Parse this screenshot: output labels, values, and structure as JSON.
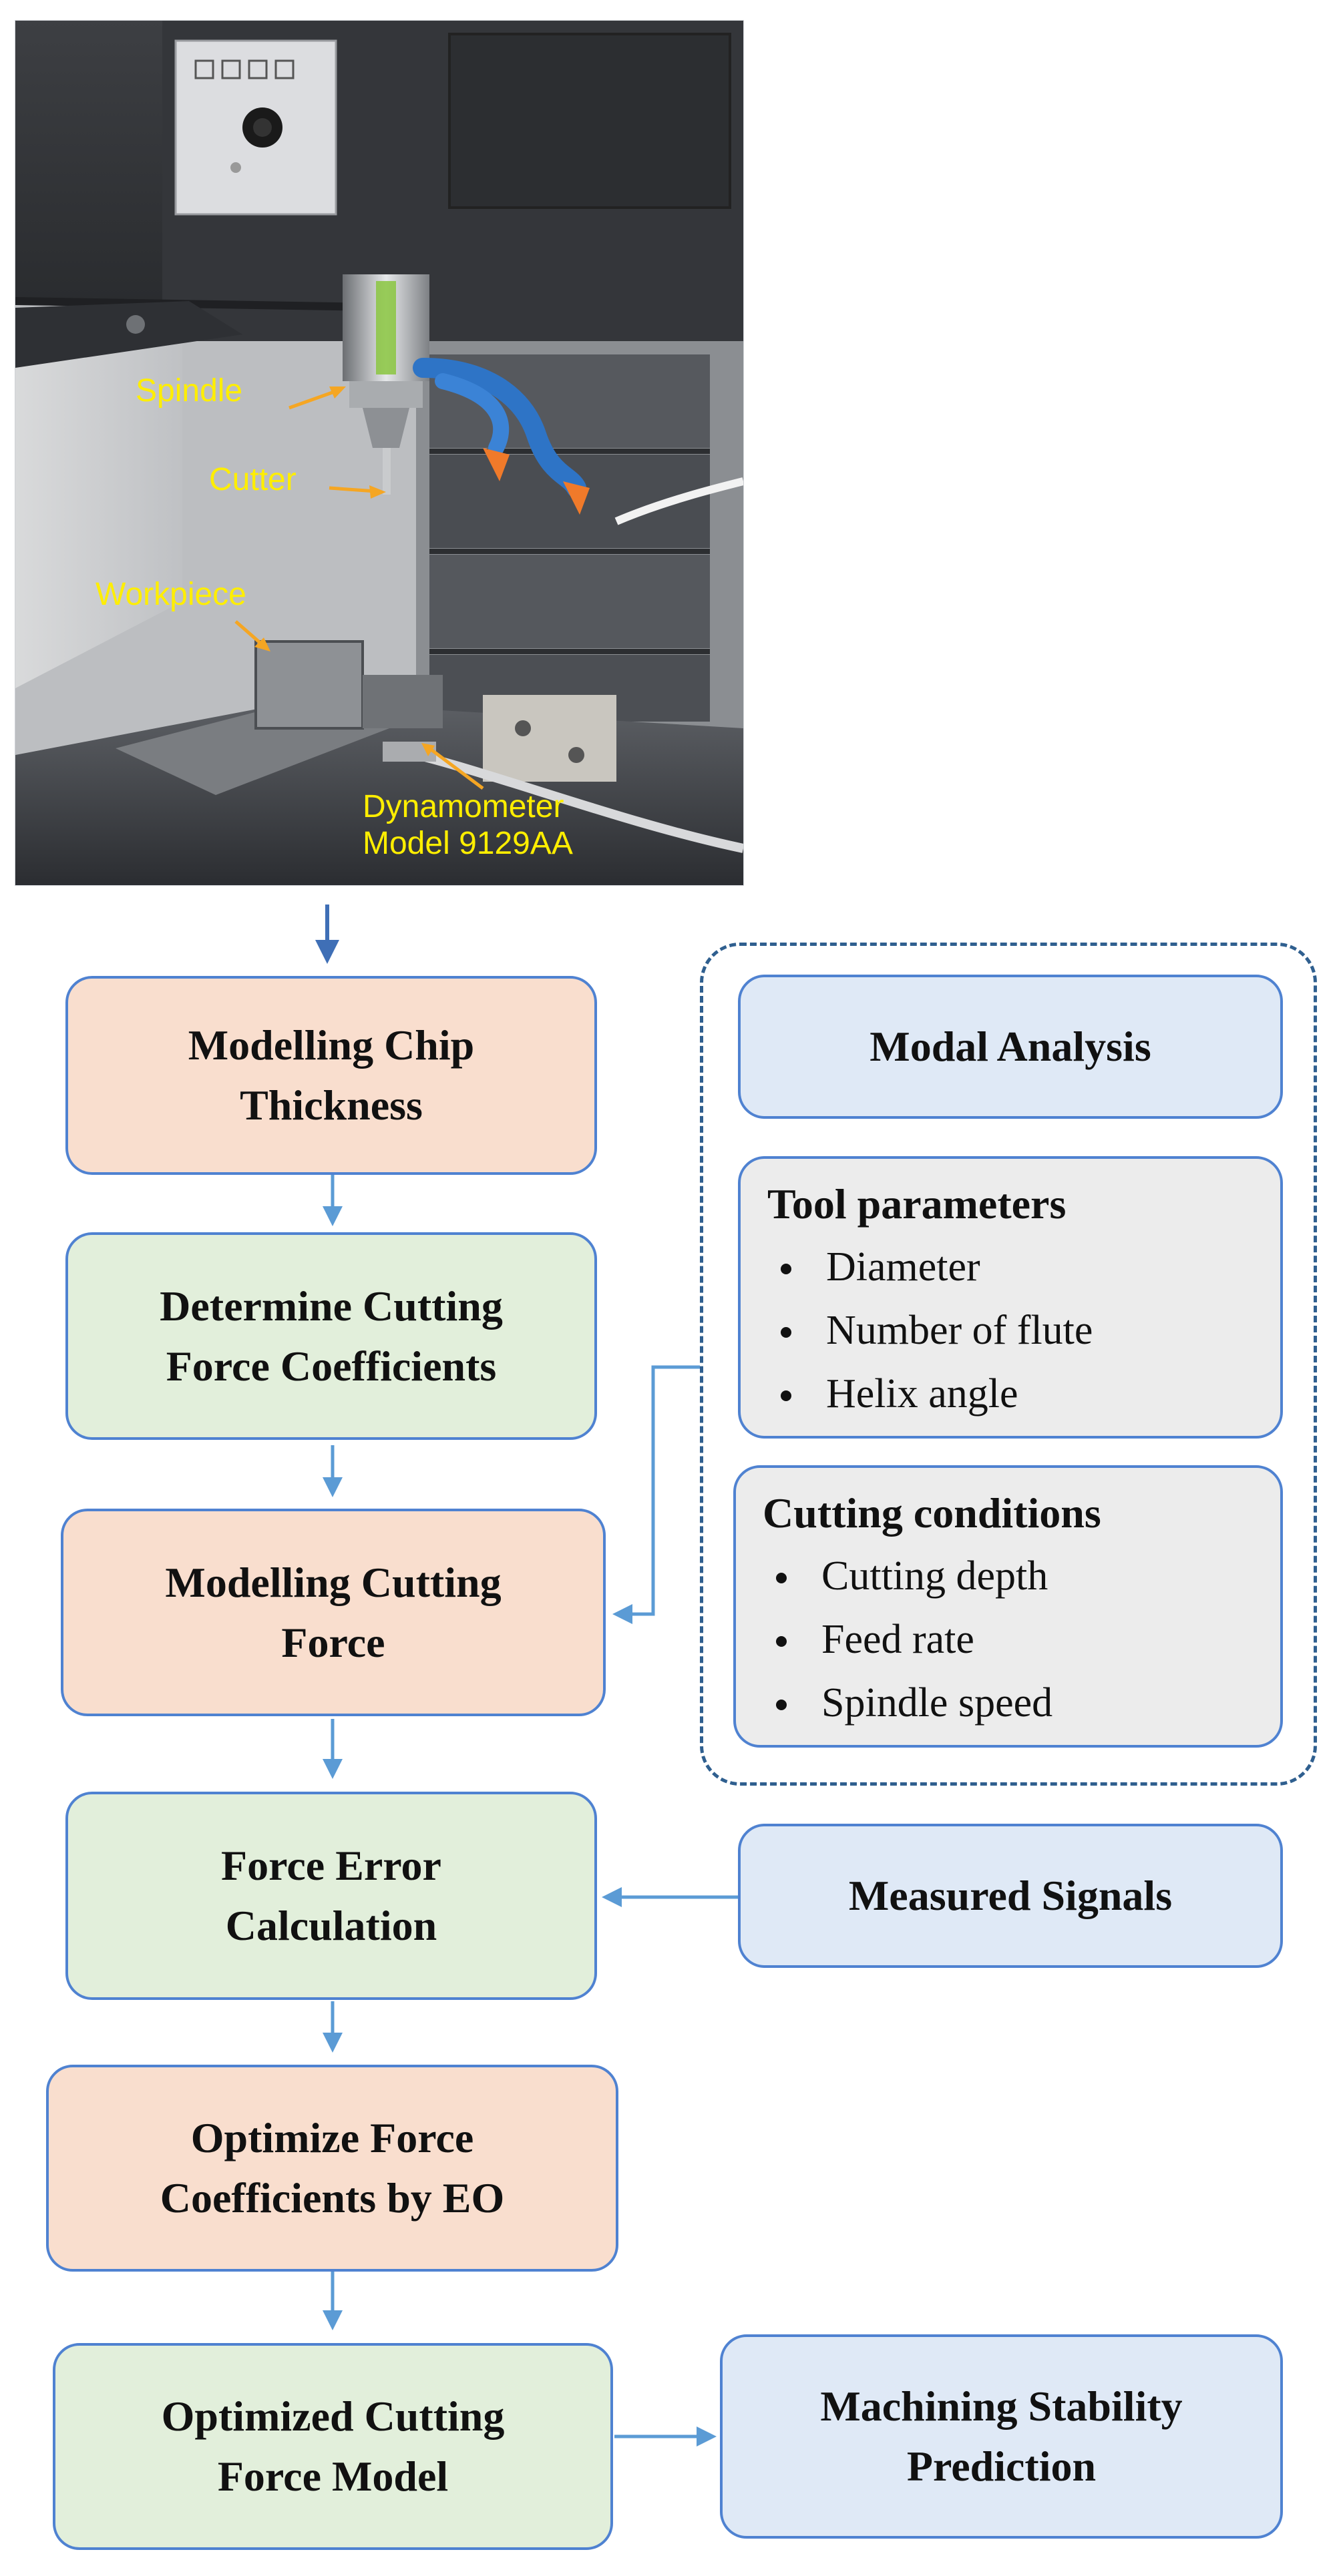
{
  "photo": {
    "labels": {
      "spindle": "Spindle",
      "cutter": "Cutter",
      "workpiece": "Workpiece",
      "dynamometer_line1": "Dynamometer",
      "dynamometer_line2": "Model 9129AA"
    }
  },
  "flow": {
    "chip": [
      "Modelling Chip",
      "Thickness"
    ],
    "coeff": [
      "Determine Cutting",
      "Force Coefficients"
    ],
    "force": [
      "Modelling Cutting",
      "Force"
    ],
    "error": [
      "Force Error",
      "Calculation"
    ],
    "optimize": [
      "Optimize Force",
      "Coefficients by EO"
    ],
    "optimized": [
      "Optimized Cutting",
      "Force Model"
    ],
    "stability": [
      "Machining Stability",
      "Prediction"
    ]
  },
  "side": {
    "modal": "Modal Analysis",
    "tool": {
      "title": "Tool parameters",
      "items": [
        "Diameter",
        "Number of flute",
        "Helix angle"
      ]
    },
    "cutting": {
      "title": "Cutting conditions",
      "items": [
        "Cutting depth",
        "Feed rate",
        "Spindle speed"
      ]
    },
    "measured": "Measured Signals"
  },
  "colors": {
    "peach": "#f9dece",
    "green": "#e2efdb",
    "blue": "#dfe9f6",
    "grey": "#ececec",
    "border": "#4f82d1",
    "arrow": "#5b9bd5",
    "label": "#ffee00"
  }
}
